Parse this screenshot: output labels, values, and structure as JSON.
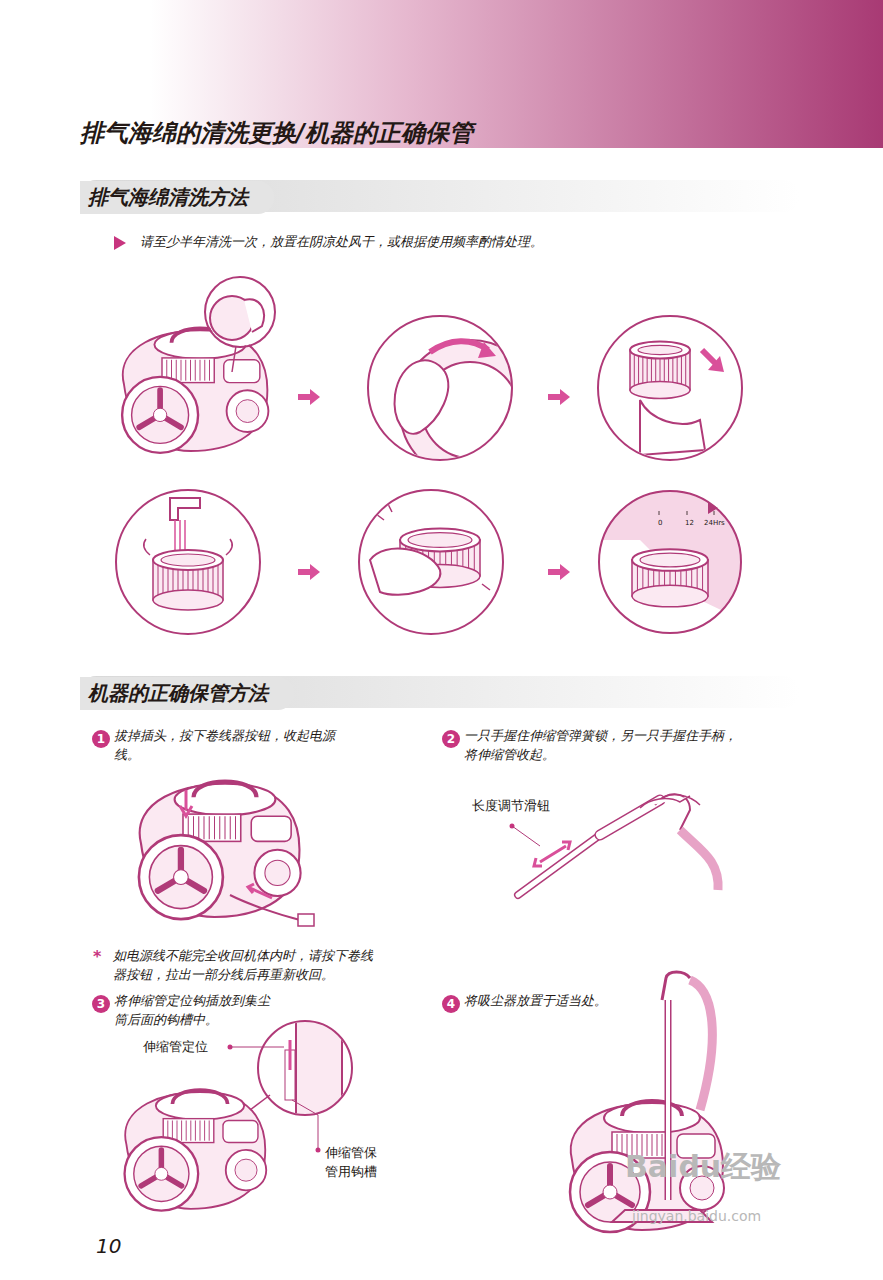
{
  "diagram": {
    "title": "排气海绵的清洗更换/机器的正确保管",
    "nodes": [
      {
        "text": [
          "排气海绵清洗方法"
        ]
      },
      {
        "text": [
          "机器的正确保管方法"
        ]
      },
      {
        "text": [
          "0",
          "12",
          "24Hrs"
        ]
      },
      {
        "text": [
          "1"
        ]
      },
      {
        "text": [
          "2"
        ]
      },
      {
        "text": [
          "3"
        ]
      },
      {
        "text": [
          "4"
        ]
      }
    ],
    "labels": [
      "请至少半年清洗一次，放置在阴凉处风干，或根据使用频率酌情处理。",
      "拔掉插头，按下卷线器按钮，收起电源线。",
      "一只手握住伸缩管弹簧锁，另一只手握住手柄，将伸缩管收起。",
      "长度调节滑钮",
      "*",
      "如电源线不能完全收回机体内时，请按下卷线器按钮，拉出一部分线后再重新收回。",
      "将伸缩管定位钩插放到集尘筒后面的钩槽中。",
      "伸缩管定位",
      "伸缩管保管用钩槽",
      "将吸尘器放置于适当处。",
      "10",
      "Baidu经验",
      "jingyan.baidu.com"
    ]
  }
}
